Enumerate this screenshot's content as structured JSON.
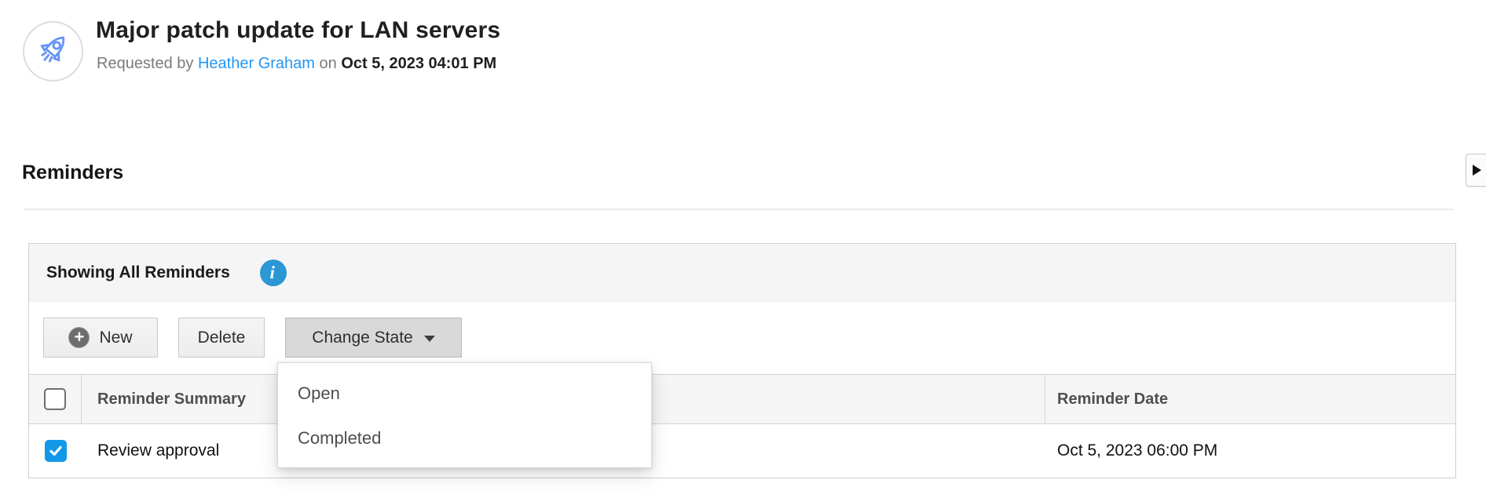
{
  "header": {
    "title": "Major patch update for LAN servers",
    "requested_by_label": "Requested by",
    "requester_name": "Heather Graham",
    "on_label": "on",
    "requested_datetime": "Oct 5, 2023 04:01 PM"
  },
  "section": {
    "heading": "Reminders"
  },
  "panel": {
    "title": "Showing All Reminders",
    "toolbar": {
      "new_label": "New",
      "delete_label": "Delete",
      "change_state_label": "Change State"
    },
    "change_state_menu": {
      "items": [
        "Open",
        "Completed"
      ]
    },
    "table": {
      "columns": {
        "summary": "Reminder Summary",
        "date": "Reminder Date"
      },
      "rows": [
        {
          "selected": true,
          "summary": "Review approval",
          "date": "Oct 5, 2023 06:00 PM"
        }
      ]
    }
  },
  "colors": {
    "link_blue": "#2196f3",
    "info_icon_blue": "#2b97d4",
    "checkbox_blue": "#1398e9",
    "rocket_blue": "#6695f2",
    "panel_header_gray": "#f5f5f5",
    "button_pressed_gray": "#d9d9d9"
  },
  "icons": {
    "avatar": "rocket-icon",
    "panel_info": "info-icon",
    "new_button": "plus-circle-icon",
    "change_state_button": "caret-down-icon",
    "side_button": "expand-arrow-icon",
    "row_checkbox": "checkmark-icon"
  }
}
